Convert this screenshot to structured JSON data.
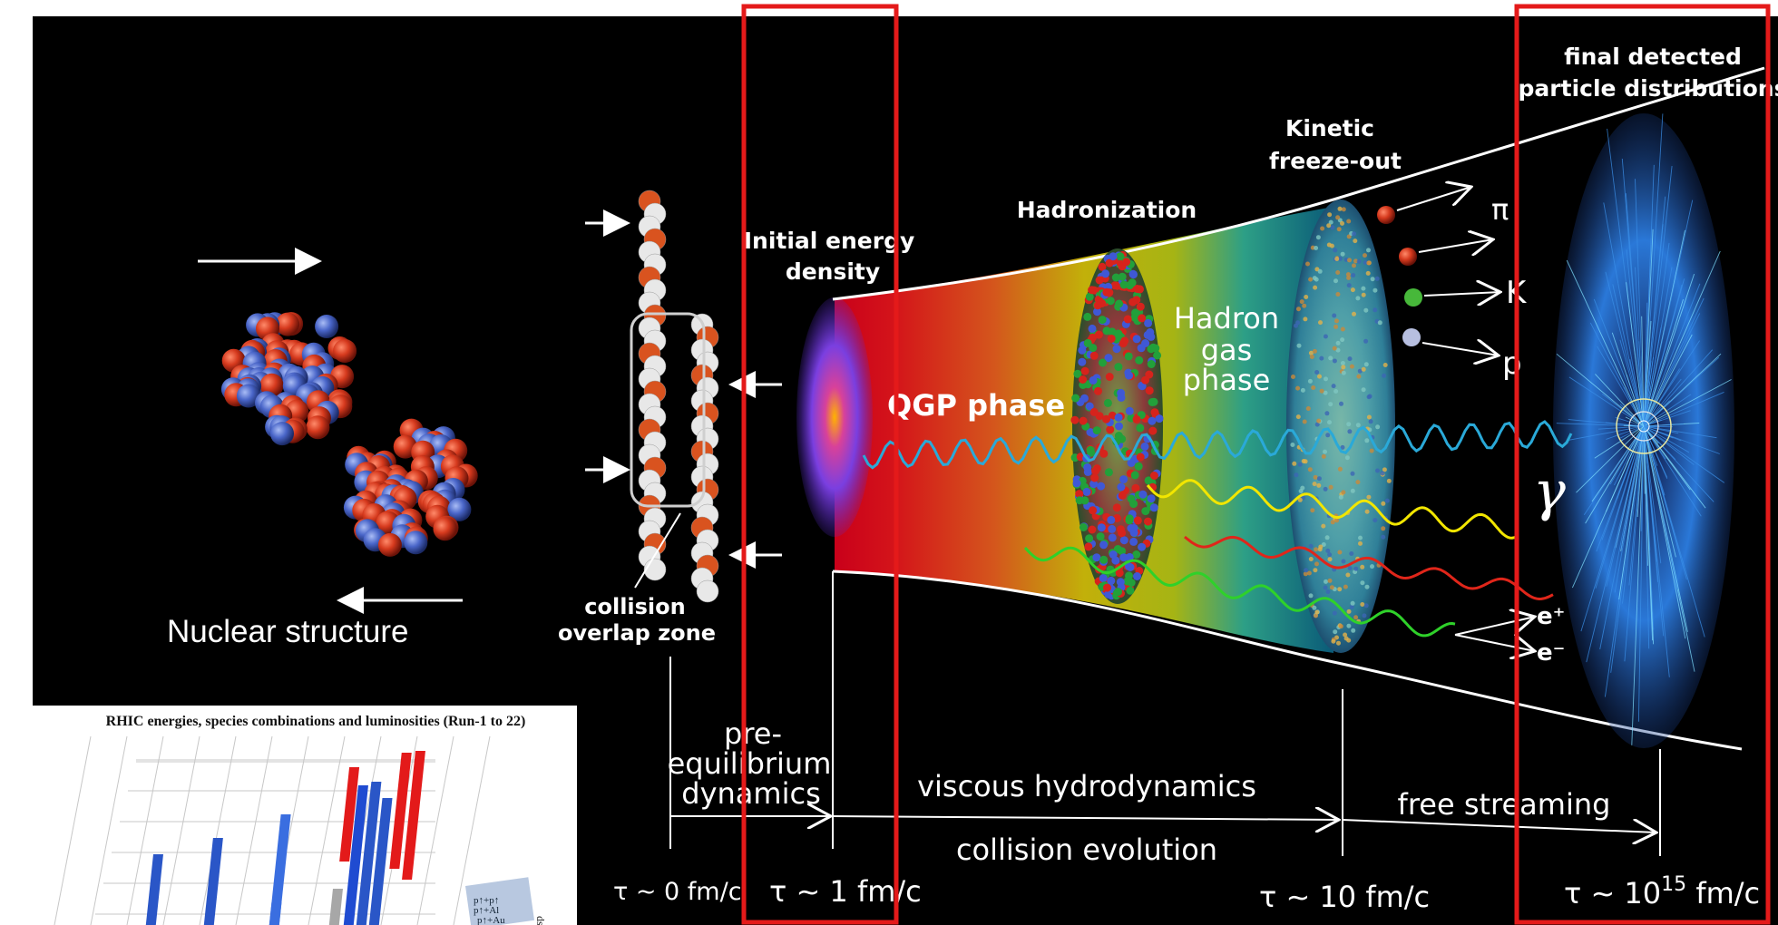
{
  "diagram": {
    "nuclear_structure_label": "Nuclear structure",
    "collision_zone_label": [
      "collision",
      "overlap zone"
    ],
    "initial_energy_label": [
      "Initial energy",
      "density"
    ],
    "qgp_label": "QGP phase",
    "hadronization_label": "Hadronization",
    "hadron_gas_label": [
      "Hadron",
      "gas",
      "phase"
    ],
    "kinetic_label": [
      "Kinetic",
      "freeze-out"
    ],
    "final_label": [
      "final detected",
      "particle distributions"
    ],
    "particles": [
      "π",
      "",
      "K",
      "p"
    ],
    "photon_symbol": "γ",
    "electron_plus": "e⁺",
    "electron_minus": "e⁻",
    "pre_equilibrium_label": [
      "pre-",
      "equilibrium",
      "dynamics"
    ],
    "viscous_label": "viscous hydrodynamics",
    "free_streaming_label": "free streaming",
    "collision_evolution_label": "collision evolution",
    "times": [
      {
        "prefix": "τ ~ 0 fm/c"
      },
      {
        "prefix": "τ ~ 1 fm/c"
      },
      {
        "prefix": "τ ~ 10 fm/c"
      },
      {
        "prefix": "τ ~ 10",
        "sup": "15",
        "suffix": " fm/c"
      }
    ]
  },
  "inset": {
    "title": "RHIC energies, species combinations and luminosities (Run-1 to 22)",
    "legend": [
      "p↑+p↑",
      "p↑+Al",
      "p↑+Au"
    ],
    "side_label": "ds"
  },
  "colors": {
    "highlight_box": "#e41a1a",
    "photon_wave": "#2aa9d8",
    "yellow_wave": "#f2e600",
    "red_wave": "#e0261a",
    "green_wave": "#2fd12a",
    "nucleon_red": "#d63a1e",
    "nucleon_blue": "#4a66c9"
  }
}
